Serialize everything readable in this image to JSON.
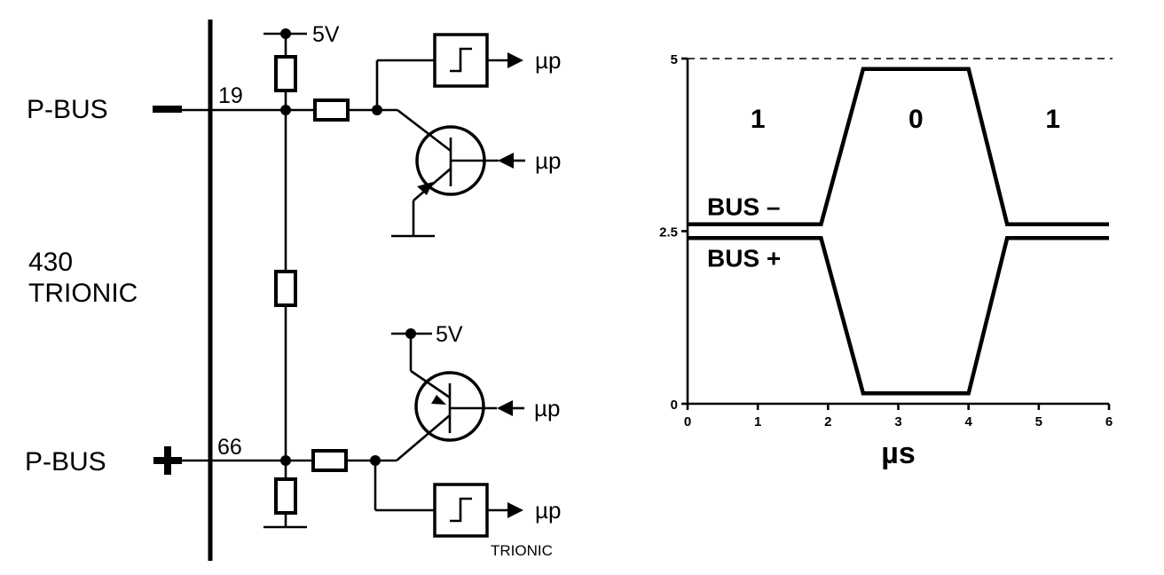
{
  "schematic": {
    "ecu_label_line1": "430",
    "ecu_label_line2": "TRIONIC",
    "pbus_minus_label": "P-BUS",
    "pbus_plus_label": "P-BUS",
    "pin_minus": "19",
    "pin_plus": "66",
    "supply_top": "5V",
    "supply_bottom": "5V",
    "mu_p_1": "µp",
    "mu_p_2": "µp",
    "mu_p_3": "µp",
    "mu_p_4": "µp",
    "footer_label": "TRIONIC"
  },
  "chart_data": {
    "type": "line",
    "xlabel": "µs",
    "ylabel": "",
    "xlim": [
      0,
      6
    ],
    "ylim": [
      0,
      5
    ],
    "x_ticks": [
      "0",
      "1",
      "2",
      "3",
      "4",
      "5",
      "6"
    ],
    "y_ticks": [
      "0",
      "2.5",
      "5"
    ],
    "reference_line": {
      "y": 5,
      "style": "dashed"
    },
    "bit_labels": [
      {
        "x": 1,
        "text": "1"
      },
      {
        "x": 3.25,
        "text": "0"
      },
      {
        "x": 5.2,
        "text": "1"
      }
    ],
    "series": [
      {
        "name": "BUS –",
        "points": [
          [
            0,
            2.6
          ],
          [
            1.9,
            2.6
          ],
          [
            2.5,
            4.85
          ],
          [
            4.0,
            4.85
          ],
          [
            4.55,
            2.6
          ],
          [
            6,
            2.6
          ]
        ]
      },
      {
        "name": "BUS +",
        "points": [
          [
            0,
            2.4
          ],
          [
            1.9,
            2.4
          ],
          [
            2.5,
            0.15
          ],
          [
            4.0,
            0.15
          ],
          [
            4.55,
            2.4
          ],
          [
            6,
            2.4
          ]
        ]
      }
    ]
  }
}
